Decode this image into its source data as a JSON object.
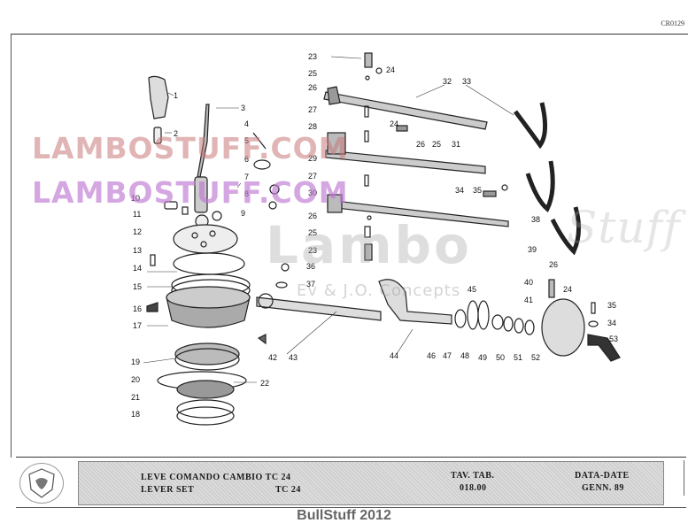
{
  "document": {
    "code": "CR0129",
    "credit": "BullStuff 2012"
  },
  "watermarks": {
    "line1": "LAMBOSTUFF.COM",
    "line2": "LAMBOSTUFF.COM",
    "big": "Lambo",
    "script": "Stuff",
    "small": "Ev & J.O. Concepts"
  },
  "title_block": {
    "title_it": "LEVE COMANDO CAMBIO  TC 24",
    "title_en": "LEVER SET",
    "title_en_code": "TC 24",
    "table_label": "TAV. TAB.",
    "table_value": "018.00",
    "date_label": "DATA-DATE",
    "date_value": "GENN. 89"
  },
  "callouts": [
    "1",
    "2",
    "3",
    "4",
    "5",
    "6",
    "7",
    "8",
    "9",
    "10",
    "11",
    "12",
    "13",
    "14",
    "15",
    "16",
    "17",
    "18",
    "19",
    "20",
    "21",
    "22",
    "23",
    "24",
    "25",
    "26",
    "27",
    "28",
    "29",
    "30",
    "31",
    "32",
    "33",
    "34",
    "35",
    "36",
    "37",
    "38",
    "39",
    "40",
    "41",
    "42",
    "43",
    "44",
    "45",
    "46",
    "47",
    "48",
    "49",
    "50",
    "51",
    "52",
    "53"
  ]
}
